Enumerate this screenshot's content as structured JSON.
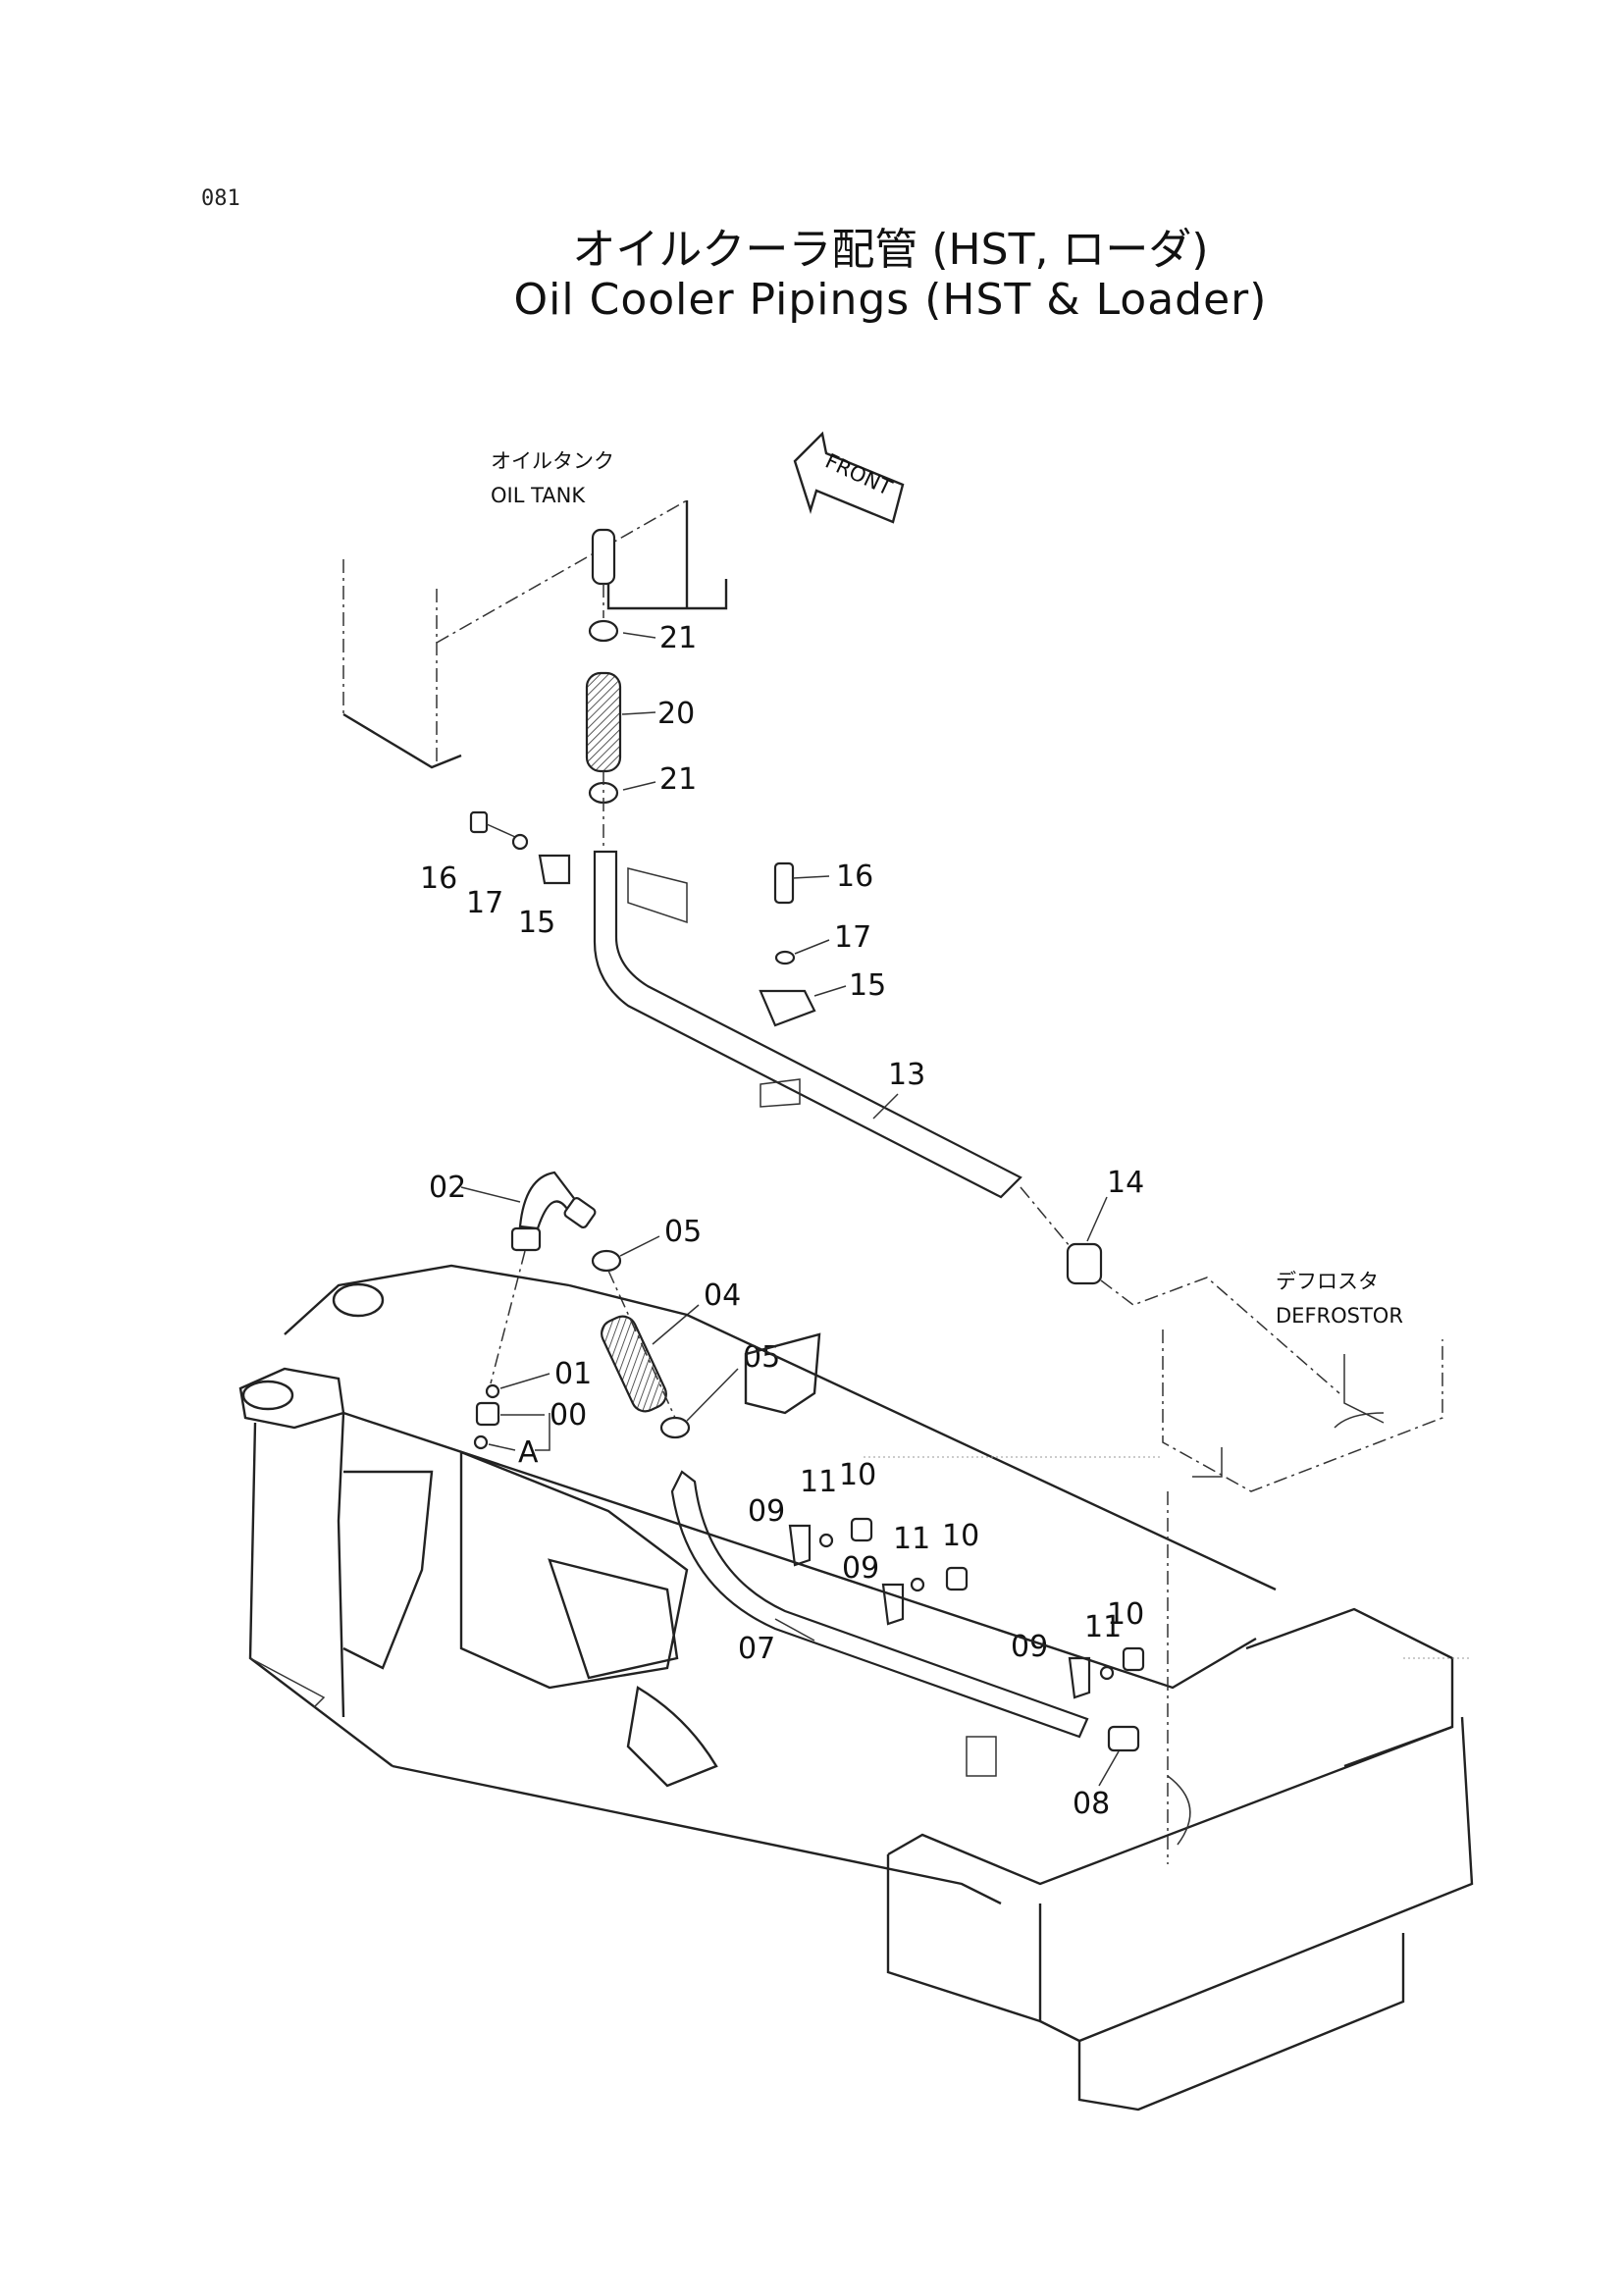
{
  "page_number": "081",
  "title_jp": "オイルクーラ配管 (HST, ローダ)",
  "title_en": "Oil Cooler Pipings (HST & Loader)",
  "front_label": "FRONT",
  "labels": {
    "oil_tank_jp": "オイルタンク",
    "oil_tank_en": "OIL TANK",
    "defrostor_jp": "デフロスタ",
    "defrostor_en": "DEFROSTOR",
    "view_a": "A"
  },
  "callouts": {
    "c00": "00",
    "c01": "01",
    "c02": "02",
    "c04": "04",
    "c05a": "05",
    "c05b": "05",
    "c07": "07",
    "c08": "08",
    "c09a": "09",
    "c09b": "09",
    "c09c": "09",
    "c10a": "10",
    "c10b": "10",
    "c10c": "10",
    "c11a": "11",
    "c11b": "11",
    "c11c": "11",
    "c13": "13",
    "c14": "14",
    "c15a": "15",
    "c15b": "15",
    "c16a": "16",
    "c16b": "16",
    "c17a": "17",
    "c17b": "17",
    "c20": "20",
    "c21a": "21",
    "c21b": "21"
  }
}
